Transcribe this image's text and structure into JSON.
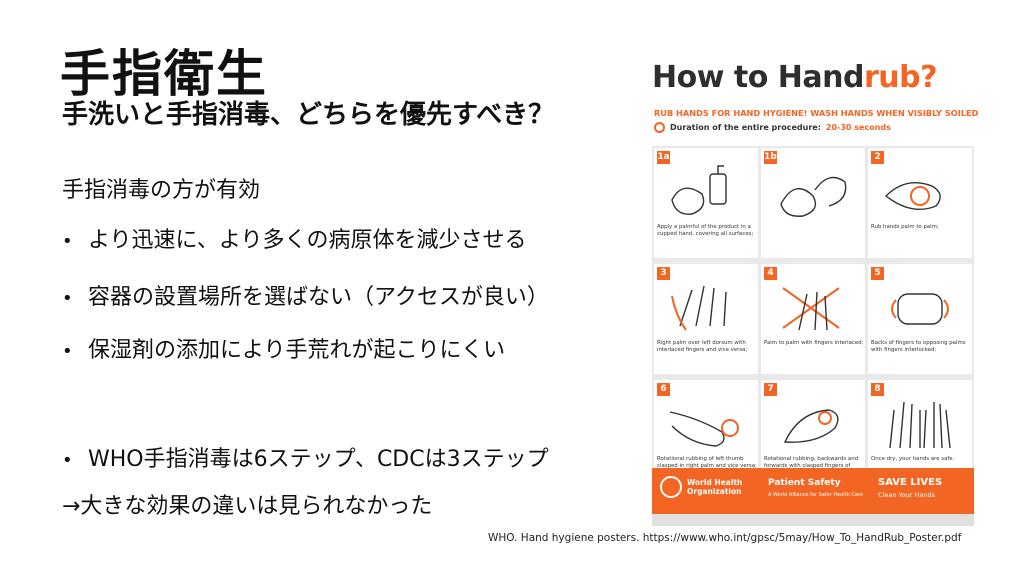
{
  "slide": {
    "title": "手指衛生",
    "subtitle": "手洗いと手指消毒、どちらを優先すべき？",
    "heading": "手指消毒の方が有効",
    "bullet_symbol": "•",
    "bullets": [
      "より迅速に、より多くの病原体を減少させる",
      "容器の設置場所を選ばない（アクセスが良い）",
      "保湿剤の添加により手荒れが起こりにくい",
      "WHO手指消毒は6ステップ、CDCは3ステップ"
    ],
    "conclusion": "→大きな効果の違いは見られなかった",
    "citation": "WHO. Hand hygiene posters. https://www.who.int/gpsc/5may/How_To_HandRub_Poster.pdf"
  },
  "poster": {
    "title_main": "How to Hand",
    "title_accent": "rub?",
    "subtitle": "RUB HANDS FOR HAND HYGIENE! WASH HANDS WHEN VISIBLY SOILED",
    "duration_label": "Duration of the entire procedure:",
    "duration_value": "20-30 seconds",
    "steps": [
      {
        "num": "1a",
        "caption": "Apply a palmful of the product in a cupped hand, covering all surfaces;"
      },
      {
        "num": "1b",
        "caption": ""
      },
      {
        "num": "2",
        "caption": "Rub hands palm to palm;"
      },
      {
        "num": "3",
        "caption": "Right palm over left dorsum with interlaced fingers and vice versa;"
      },
      {
        "num": "4",
        "caption": "Palm to palm with fingers interlaced;"
      },
      {
        "num": "5",
        "caption": "Backs of fingers to opposing palms with fingers interlocked;"
      },
      {
        "num": "6",
        "caption": "Rotational rubbing of left thumb clasped in right palm and vice versa;"
      },
      {
        "num": "7",
        "caption": "Rotational rubbing, backwards and forwards with clasped fingers of right hand in left palm and vice versa;"
      },
      {
        "num": "8",
        "caption": "Once dry, your hands are safe."
      }
    ],
    "banner": {
      "org_line1": "World Health",
      "org_line2": "Organization",
      "patient_safety": "Patient Safety",
      "patient_safety_sub": "A World Alliance for Safer Health Care",
      "save_lives": "SAVE LIVES",
      "clean_hands": "Clean Your Hands"
    }
  },
  "colors": {
    "accent": "#f26522",
    "text": "#111111"
  }
}
